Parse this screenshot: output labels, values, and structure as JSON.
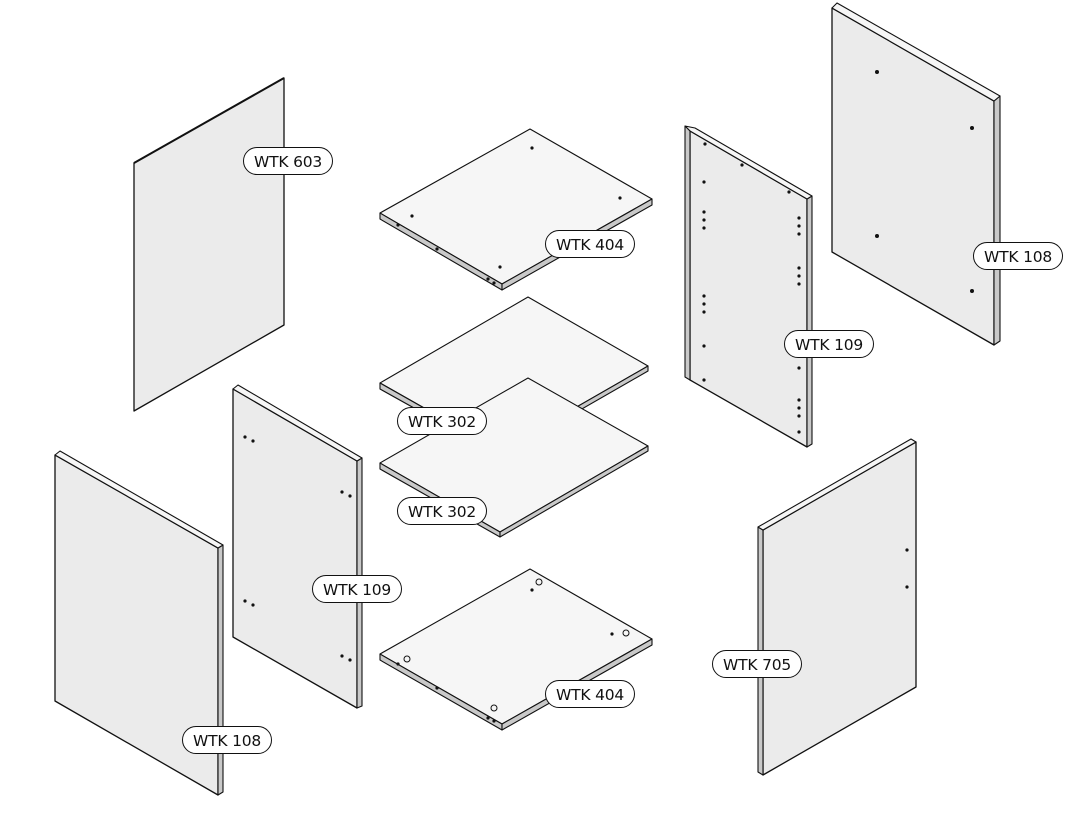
{
  "colors": {
    "panel_fill": "#ebebeb",
    "panel_edge_dark": "#c7c7c7",
    "panel_edge_light": "#f6f6f6",
    "outline": "#111111",
    "label_bg": "#ffffff"
  },
  "labels": {
    "left_back_panel": "WTK 603",
    "top_shelf": "WTK 404",
    "right_outer_side": "WTK 108",
    "right_inner_side": "WTK 109",
    "middle_shelf_upper": "WTK 302",
    "middle_shelf_lower": "WTK 302",
    "left_inner_side": "WTK 109",
    "door": "WTK 705",
    "bottom_shelf": "WTK 404",
    "left_outer_side": "WTK 108"
  }
}
